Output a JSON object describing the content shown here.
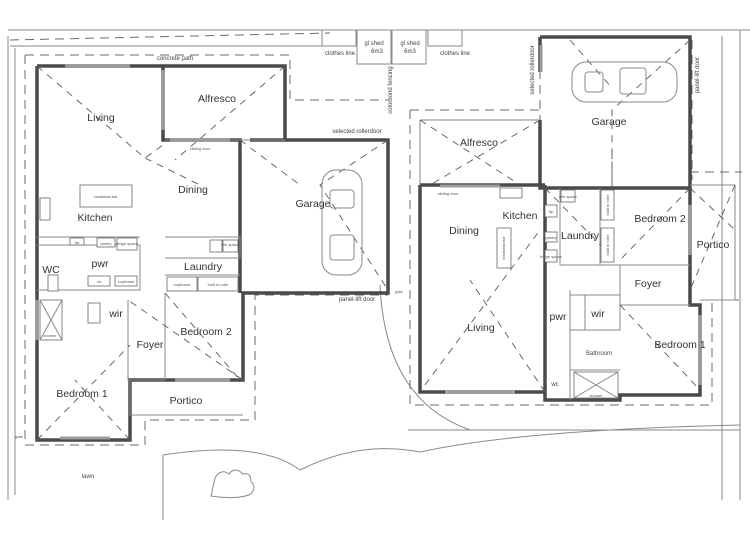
{
  "site": {
    "concrete_path": "concrete path",
    "colorbond_fencing": "colorbond fencing",
    "lawn": "lawn",
    "shed_left": {
      "line1": "gl shed",
      "line2": "6m3"
    },
    "shed_right": {
      "line1": "gl shed",
      "line2": "6m3"
    },
    "clothes_line_left": "clothes line",
    "clothes_line_right": "clothes line",
    "gate_left": "gate",
    "gate_mid": "gate"
  },
  "unit_left": {
    "living": "Living",
    "alfresco": "Alfresco",
    "dining": "Dining",
    "kitchen": "Kitchen",
    "breakfast_bar": "breakfast bar",
    "garage": "Garage",
    "selected_rollerdoor": "selected rollerdoor",
    "panel_lift_door": "panel-lift door",
    "sliding_door": "sliding door",
    "frp": "frp",
    "pantry": "pantry",
    "fridge_space": "fridge space",
    "pwr": "pwr",
    "wc": "WC",
    "vb": "vb",
    "cupboard_pwr": "cupboard",
    "shower": "shower",
    "wir": "wir",
    "laundry": "Laundry",
    "wm_space": "wm space",
    "cupboard": "cupboard",
    "built_in_robe": "built in robe",
    "foyer": "Foyer",
    "bedroom2": "Bedroom 2",
    "bedroom1": "Bedroom 1",
    "portico": "Portico"
  },
  "unit_right": {
    "alfresco": "Alfresco",
    "garage": "Garage",
    "selected_rollerdoor": "selected rollerdoor",
    "panel_lift_door": "panel-lift door",
    "sliding_door": "sliding door",
    "kitchen": "Kitchen",
    "dining": "Dining",
    "breakfast_bar": "breakfast bar",
    "frp": "frp",
    "pantry": "pantry",
    "fridge_space": "fridge space",
    "laundry": "Laundry",
    "wm_space": "wm space",
    "built_in_robe": "built in robe",
    "built_in_robe2": "built in robe",
    "bedroom2": "Bedroom 2",
    "portico": "Portico",
    "foyer": "Foyer",
    "living": "Living",
    "pwr": "pwr",
    "wir": "wir",
    "bathroom": "Bathroom",
    "bedroom1": "Bedroom 1",
    "wc": "wc",
    "shower": "shower"
  }
}
